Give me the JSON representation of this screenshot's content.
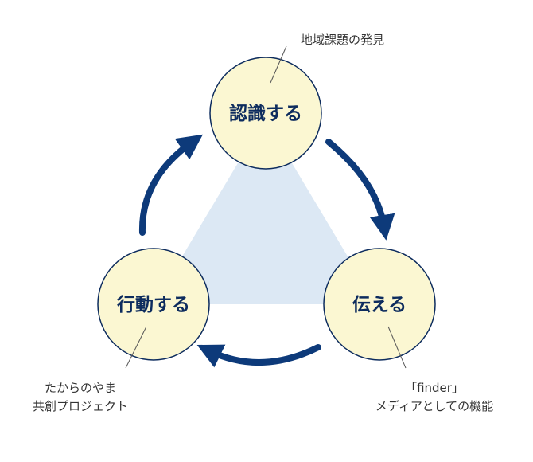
{
  "nodes": {
    "recognize": {
      "label": "認識する"
    },
    "convey": {
      "label": "伝える"
    },
    "act": {
      "label": "行動する"
    }
  },
  "annotations": {
    "recognize": {
      "line1": "地域課題の発見"
    },
    "convey": {
      "line1": "「finder」",
      "line2": "メディアとしての機能"
    },
    "act": {
      "line1": "たからのやま",
      "line2": "共創プロジェクト"
    }
  },
  "colors": {
    "node_fill": "#fbf7d2",
    "node_stroke": "#0d2c5e",
    "arrow": "#0d3a7a",
    "triangle": "#dce8f4",
    "leader_line": "#555555"
  }
}
